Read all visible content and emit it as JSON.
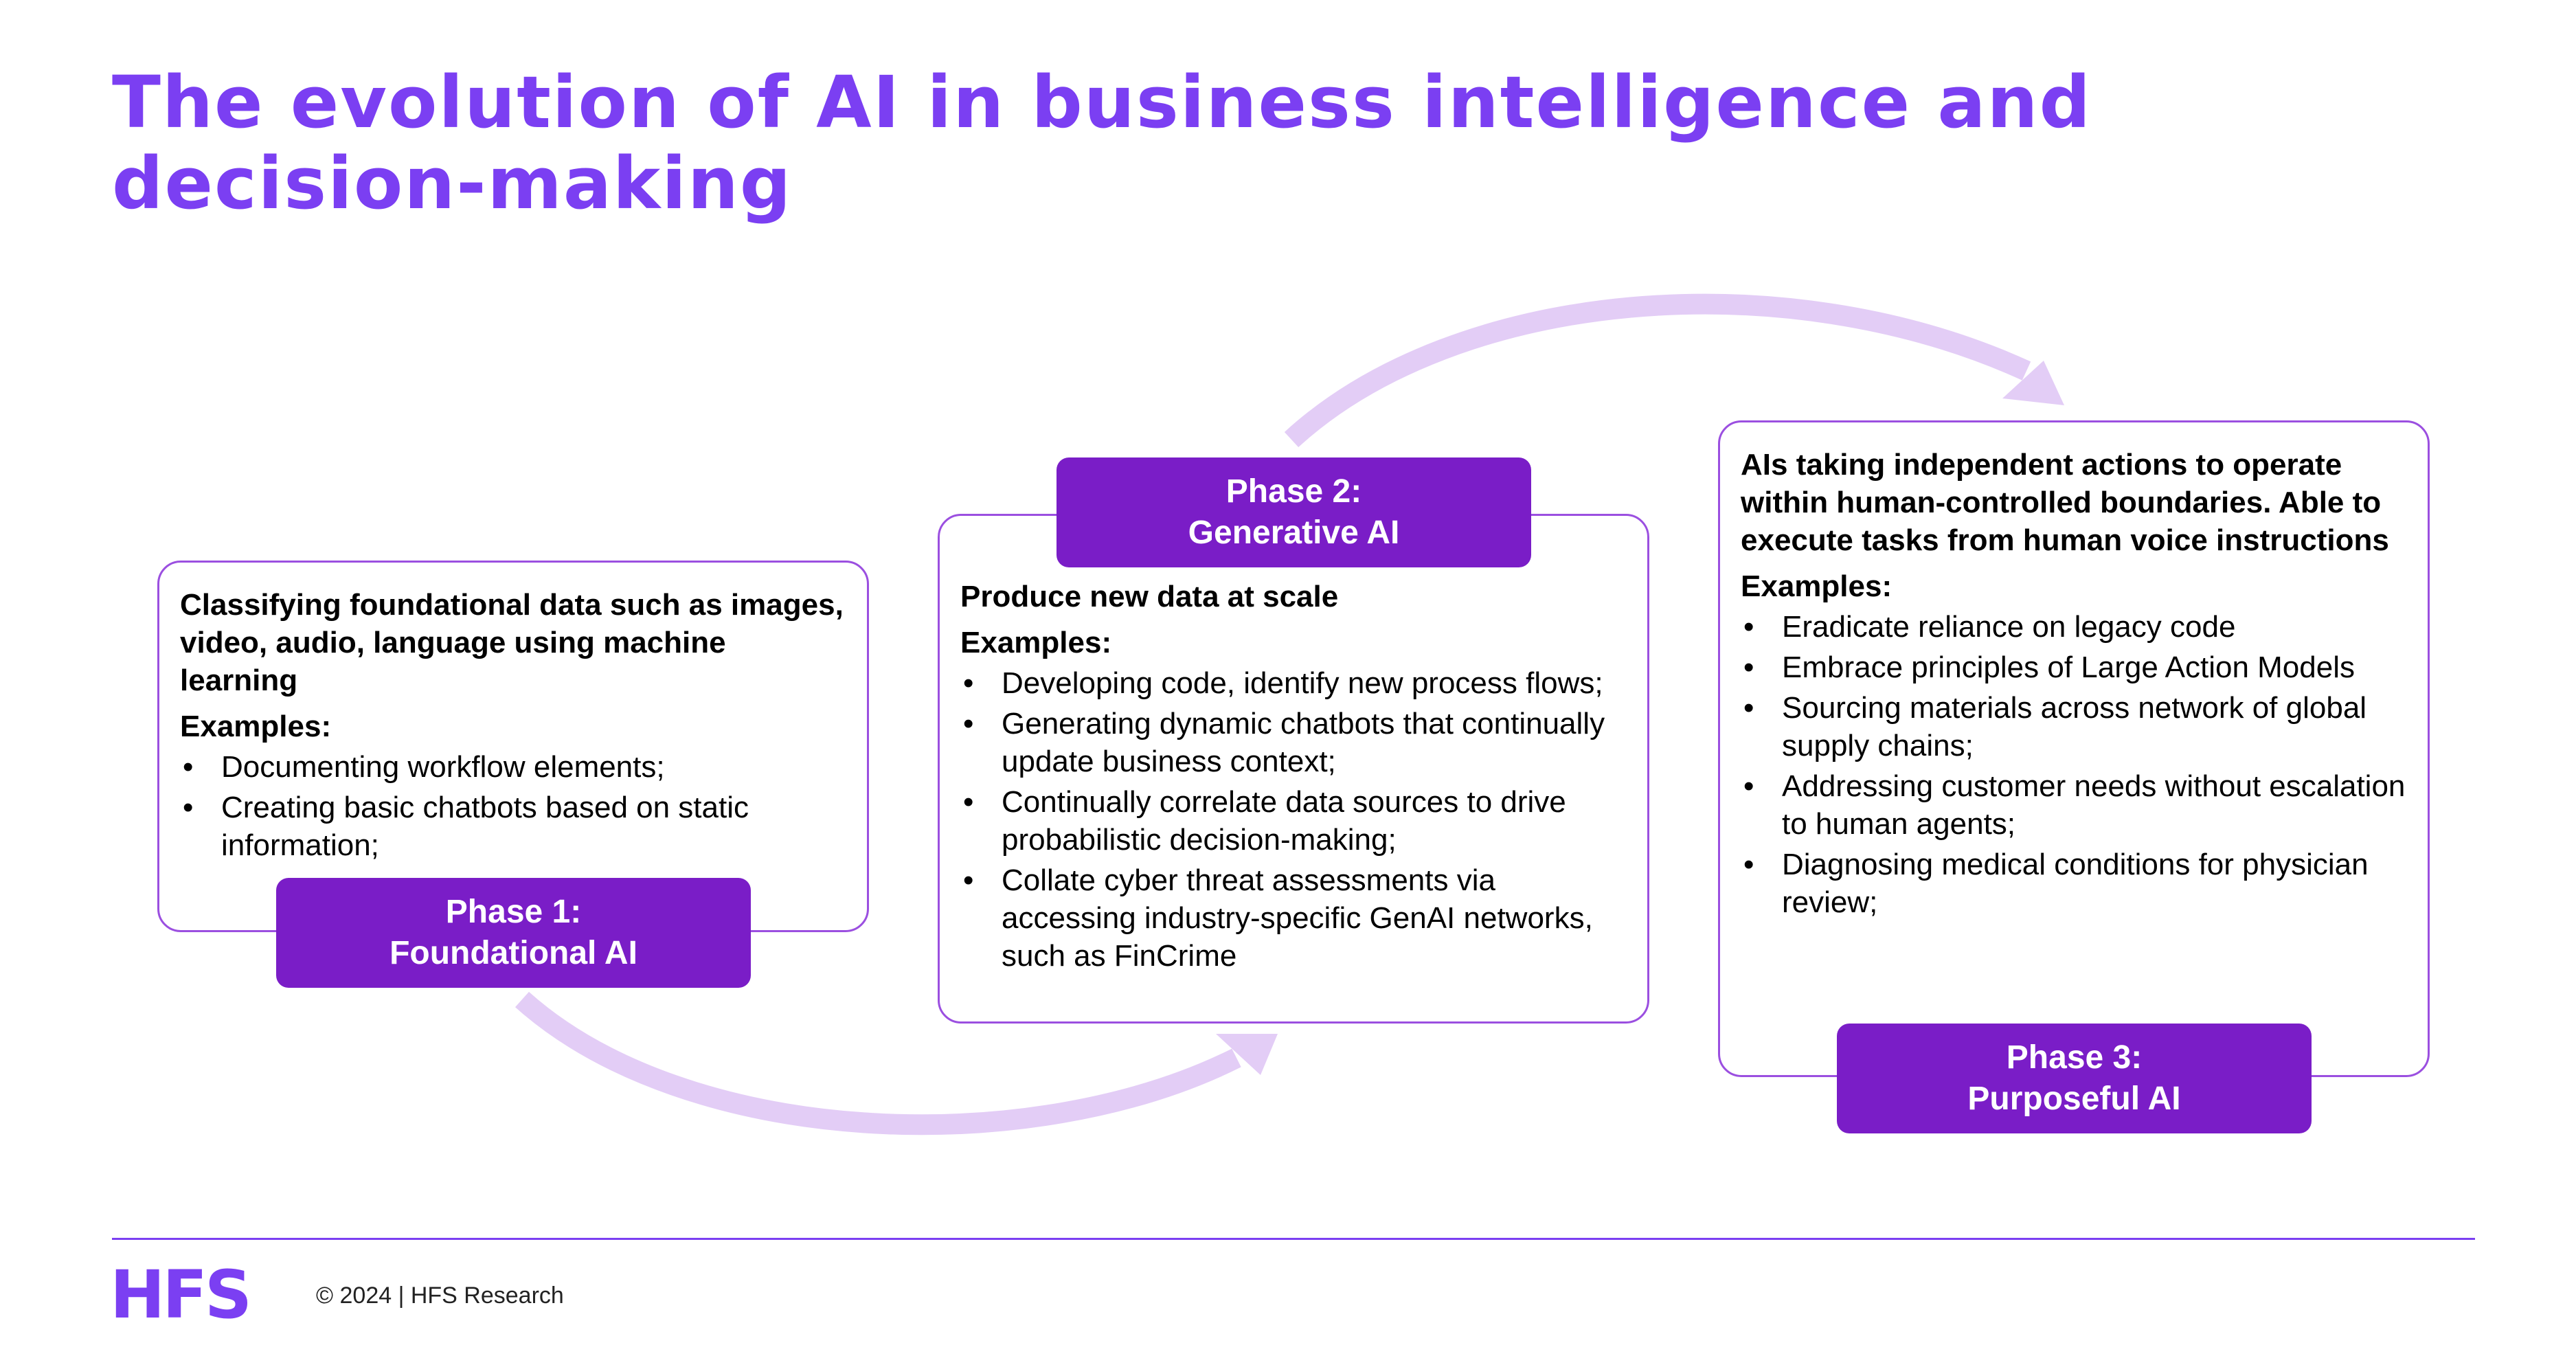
{
  "title": "The evolution of AI in business intelligence and decision-making",
  "phases": [
    {
      "badge_line1": "Phase 1:",
      "badge_line2": "Foundational AI",
      "intro": "Classifying foundational data such as images, video, audio, language using machine learning",
      "examples_label": "Examples:",
      "examples": [
        "Documenting workflow elements;",
        "Creating basic chatbots based on static information;"
      ]
    },
    {
      "badge_line1": "Phase 2:",
      "badge_line2": "Generative AI",
      "intro": "Produce new data at scale",
      "examples_label": "Examples:",
      "examples": [
        "Developing code, identify new process flows;",
        "Generating dynamic chatbots that continually update business context;",
        "Continually correlate data sources to drive probabilistic decision-making;",
        "Collate cyber threat assessments via accessing industry-specific GenAI networks, such as FinCrime"
      ]
    },
    {
      "badge_line1": "Phase 3:",
      "badge_line2": "Purposeful AI",
      "intro": "AIs taking independent actions to operate within human-controlled boundaries. Able to execute tasks from human voice instructions",
      "examples_label": "Examples:",
      "examples": [
        "Eradicate reliance on legacy code",
        "Embrace principles of Large Action Models",
        "Sourcing materials across network of global supply chains;",
        "Addressing customer needs without escalation to human agents;",
        "Diagnosing medical conditions for physician review;"
      ]
    }
  ],
  "bullet": "•",
  "footer": {
    "logo": "HFS",
    "copyright": "© 2024 | HFS Research"
  },
  "colors": {
    "accent": "#7b3ff2",
    "badge": "#7a1dc7",
    "card_border": "#9b4fe0",
    "arrow": "#e3cdf6"
  }
}
